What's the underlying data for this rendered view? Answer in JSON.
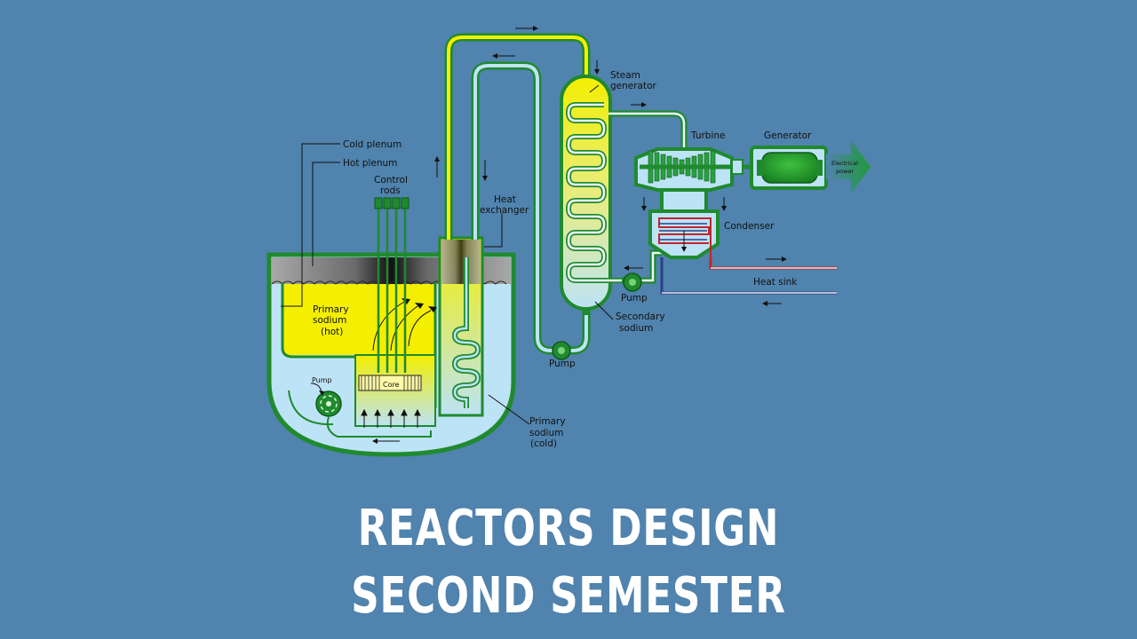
{
  "colors": {
    "background": "#5083ad",
    "pipe_green": "#1f8a2e",
    "hot_sodium": "#f4ef00",
    "cold_sodium": "#bde3f6",
    "condenser_red": "#c0262c",
    "condenser_blue": "#2b3f8c"
  },
  "labels": {
    "cold_plenum": "Cold plenum",
    "hot_plenum": "Hot plenum",
    "control_rods_1": "Control",
    "control_rods_2": "rods",
    "heat_exchanger_1": "Heat",
    "heat_exchanger_2": "exchanger",
    "steam_generator_1": "Steam",
    "steam_generator_2": "generator",
    "turbine": "Turbine",
    "generator": "Generator",
    "electrical_power_1": "Electrical",
    "electrical_power_2": "power",
    "condenser": "Condenser",
    "heat_sink": "Heat sink",
    "pump_secondary": "Pump",
    "pump_loop": "Pump",
    "pump_primary": "Pump",
    "secondary_sodium_1": "Secondary",
    "secondary_sodium_2": "sodium",
    "primary_hot_1": "Primary",
    "primary_hot_2": "sodium",
    "primary_hot_3": "(hot)",
    "primary_cold_1": "Primary",
    "primary_cold_2": "sodium",
    "primary_cold_3": "(cold)",
    "core": "Core"
  },
  "title": {
    "line1": "REACTORS DESIGN",
    "line2": "SECOND SEMESTER"
  }
}
